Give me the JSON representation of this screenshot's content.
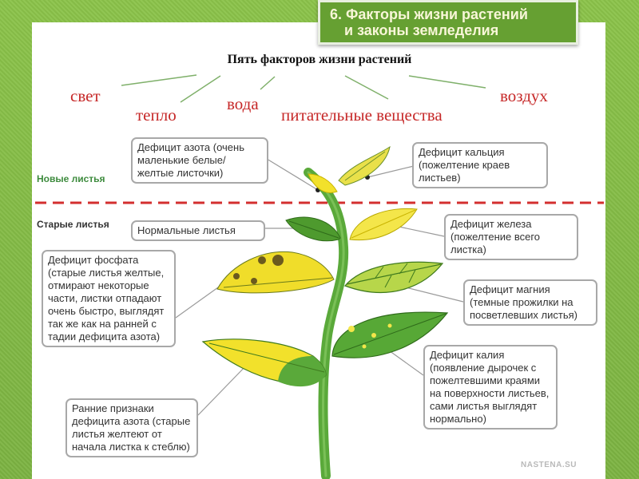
{
  "title": {
    "line1": "6. Факторы жизни растений",
    "line2": "и законы земледелия"
  },
  "heading": "Пять факторов жизни растений",
  "factors": [
    "свет",
    "тепло",
    "вода",
    "питательные вещества",
    "воздух"
  ],
  "section_labels": {
    "new_leaves": "Новые листья",
    "old_leaves": "Старые листья"
  },
  "callouts": {
    "nitrogen_deficit": "Дефицит азота (очень маленькие белые/ желтые листочки)",
    "calcium_deficit": "Дефицит кальция (пожелтение краев листьев)",
    "normal_leaves": "Нормальные листья",
    "iron_deficit": "Дефицит железа (пожелтение всего листка)",
    "phosphate_deficit": "Дефицит фосфата (старые листья желтые, отмирают некоторые части, листки отпадают очень быстро, выглядят так же как на ранней с тадии дефицита азота)",
    "magnesium_deficit": "Дефицит магния (темные прожилки на посветлевших листья)",
    "potassium_deficit": "Дефицит калия (появление дырочек с пожелтевшими краями на поверхности листьев, сами листья выглядят нормально)",
    "early_nitrogen": "Ранние признаки дефицита азота (старые листья желтеют от начала листка к стеблю)"
  },
  "watermark": "NASTENA.SU",
  "colors": {
    "background_green": "#7cb342",
    "title_bg": "#66a032",
    "factor_red": "#c62828",
    "new_leaves_label": "#3d8b3d",
    "divider_red": "#d32f2f",
    "leaf_green": "#5aa93a",
    "leaf_yellow": "#f2e12b"
  }
}
